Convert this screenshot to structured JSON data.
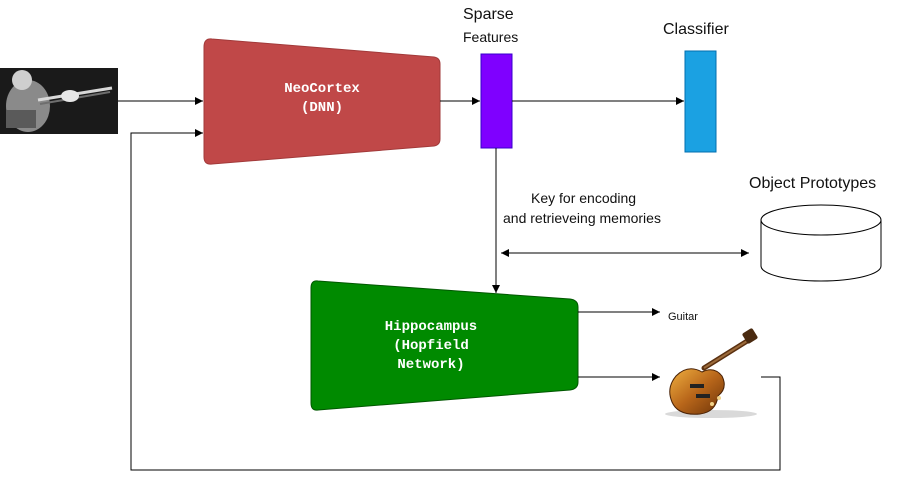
{
  "labels": {
    "sparse_line1": "Sparse",
    "sparse_line2": "Features",
    "classifier": "Classifier",
    "object_prototypes": "Object Prototypes",
    "key_line1": "Key for encoding",
    "key_line2": "and retrieveing memories",
    "guitar": "Guitar"
  },
  "blocks": {
    "neocortex_line1": "NeoCortex",
    "neocortex_line2": "(DNN)",
    "hippo_line1": "Hippocampus",
    "hippo_line2": "(Hopfield",
    "hippo_line3": "Network)"
  },
  "colors": {
    "neocortex": "#c04848",
    "hippocampus": "#008a00",
    "sparse_features": "#7f00ff",
    "classifier": "#1ba1e2",
    "arrows": "#000000"
  }
}
